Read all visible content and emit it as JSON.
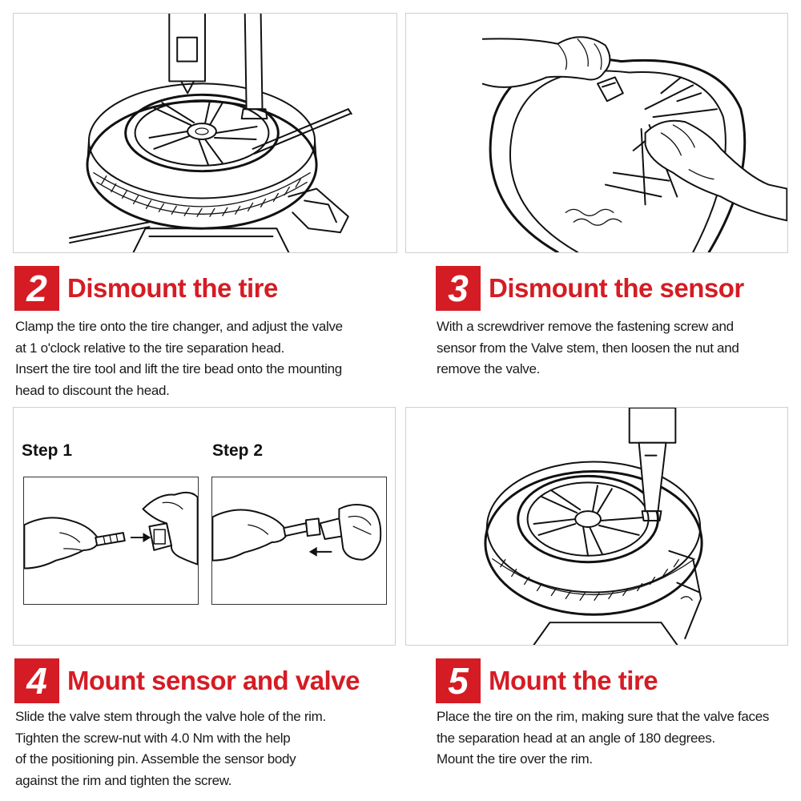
{
  "accent_color": "#d51c24",
  "steps": [
    {
      "number": "2",
      "title": "Dismount the tire",
      "lines": [
        "Clamp the tire onto the tire changer, and adjust the valve",
        "at 1 o'clock relative to the tire separation head.",
        "Insert the tire tool and lift the tire bead onto the mounting",
        "head to discount the head."
      ]
    },
    {
      "number": "3",
      "title": "Dismount the sensor",
      "lines": [
        "With a screwdriver remove the fastening screw and",
        "sensor from the Valve stem, then loosen the nut and",
        "remove the valve."
      ]
    },
    {
      "number": "4",
      "title": "Mount sensor and valve",
      "lines": [
        "Slide the valve stem through the valve hole of the rim.",
        "Tighten the screw-nut with 4.0 Nm with the help",
        "of the positioning pin. Assemble the sensor body",
        "against the rim and tighten the screw."
      ],
      "sub_steps": [
        "Step 1",
        "Step 2"
      ]
    },
    {
      "number": "5",
      "title": "Mount the tire",
      "lines": [
        "Place the tire on the rim, making sure that the valve faces",
        "the separation head at an angle of 180 degrees.",
        "Mount the tire over the rim."
      ]
    }
  ],
  "illustrations": [
    "tire-changer-dismount-illustration",
    "hands-removing-sensor-illustration",
    "valve-stem-assembly-illustration",
    "tire-mounting-illustration"
  ]
}
